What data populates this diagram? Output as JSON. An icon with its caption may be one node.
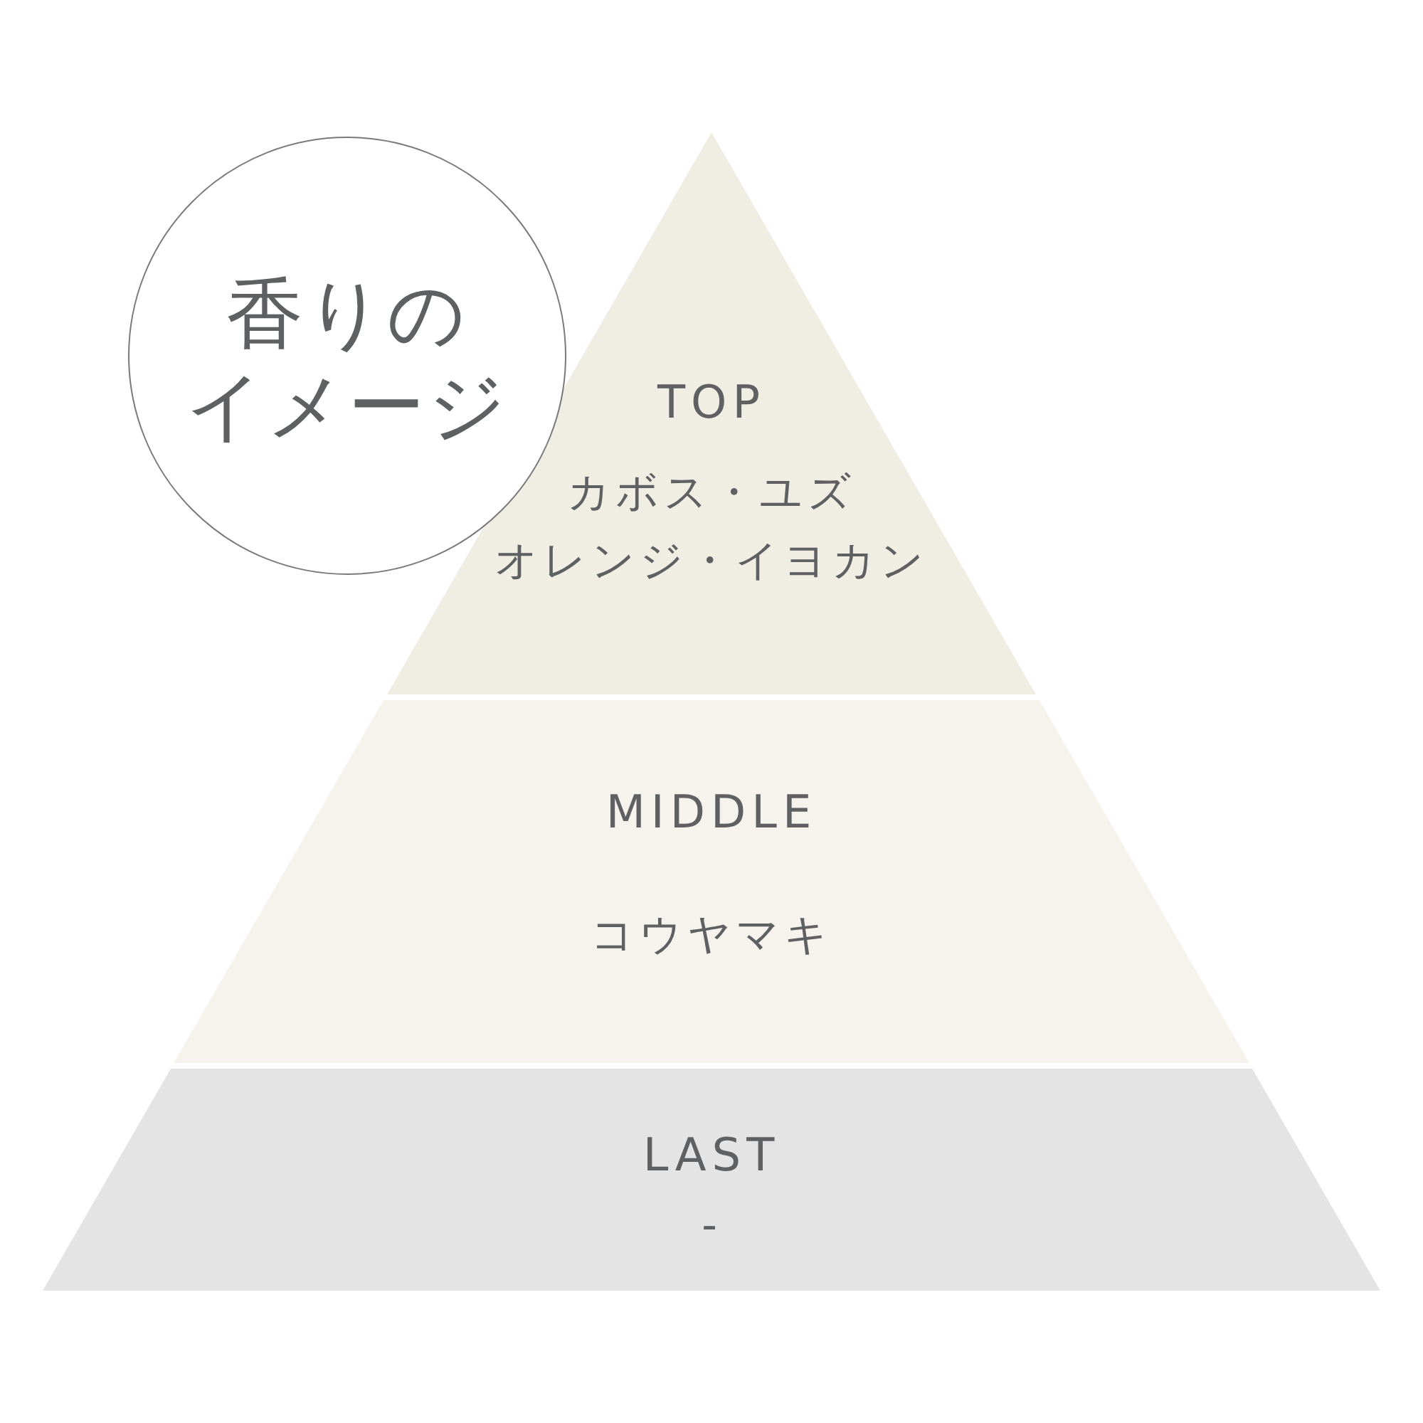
{
  "diagram": {
    "nodes": [
      {
        "text": [
          "香りの",
          "イメージ"
        ]
      },
      {
        "text": [
          "TOP",
          "カボス・ユズ",
          "オレンジ・イヨカン"
        ]
      },
      {
        "text": [
          "MIDDLE",
          "コウヤマキ"
        ]
      },
      {
        "text": [
          "LAST",
          "-"
        ]
      }
    ]
  }
}
